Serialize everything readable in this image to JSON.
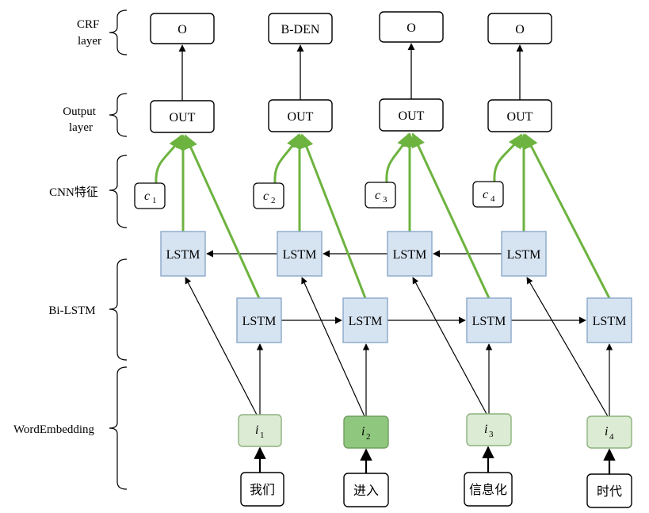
{
  "layers": {
    "crf": [
      "CRF",
      "layer"
    ],
    "output": [
      "Output",
      "layer"
    ],
    "cnn": [
      "CNN特征"
    ],
    "bilstm": [
      "Bi-LSTM"
    ],
    "embedding": [
      "WordEmbedding"
    ]
  },
  "crf_tags": [
    "O",
    "B-DEN",
    "O",
    "O"
  ],
  "output_label": "OUT",
  "lstm_label": "LSTM",
  "cnn_features": [
    {
      "var": "c",
      "sub": "1"
    },
    {
      "var": "c",
      "sub": "2"
    },
    {
      "var": "c",
      "sub": "3"
    },
    {
      "var": "c",
      "sub": "4"
    }
  ],
  "embeddings": [
    {
      "var": "i",
      "sub": "1"
    },
    {
      "var": "i",
      "sub": "2"
    },
    {
      "var": "i",
      "sub": "3"
    },
    {
      "var": "i",
      "sub": "4"
    }
  ],
  "words": [
    "我们",
    "进入",
    "信息化",
    "时代"
  ],
  "colors": {
    "lstm_fill": "#d6e3f1",
    "lstm_stroke": "#8aa7c9",
    "emb_fill": "#dcebd3",
    "emb_fill_active": "#8fc77e",
    "emb_stroke": "#8cb27c",
    "green_arrow": "#6db33f",
    "black": "#000000"
  }
}
